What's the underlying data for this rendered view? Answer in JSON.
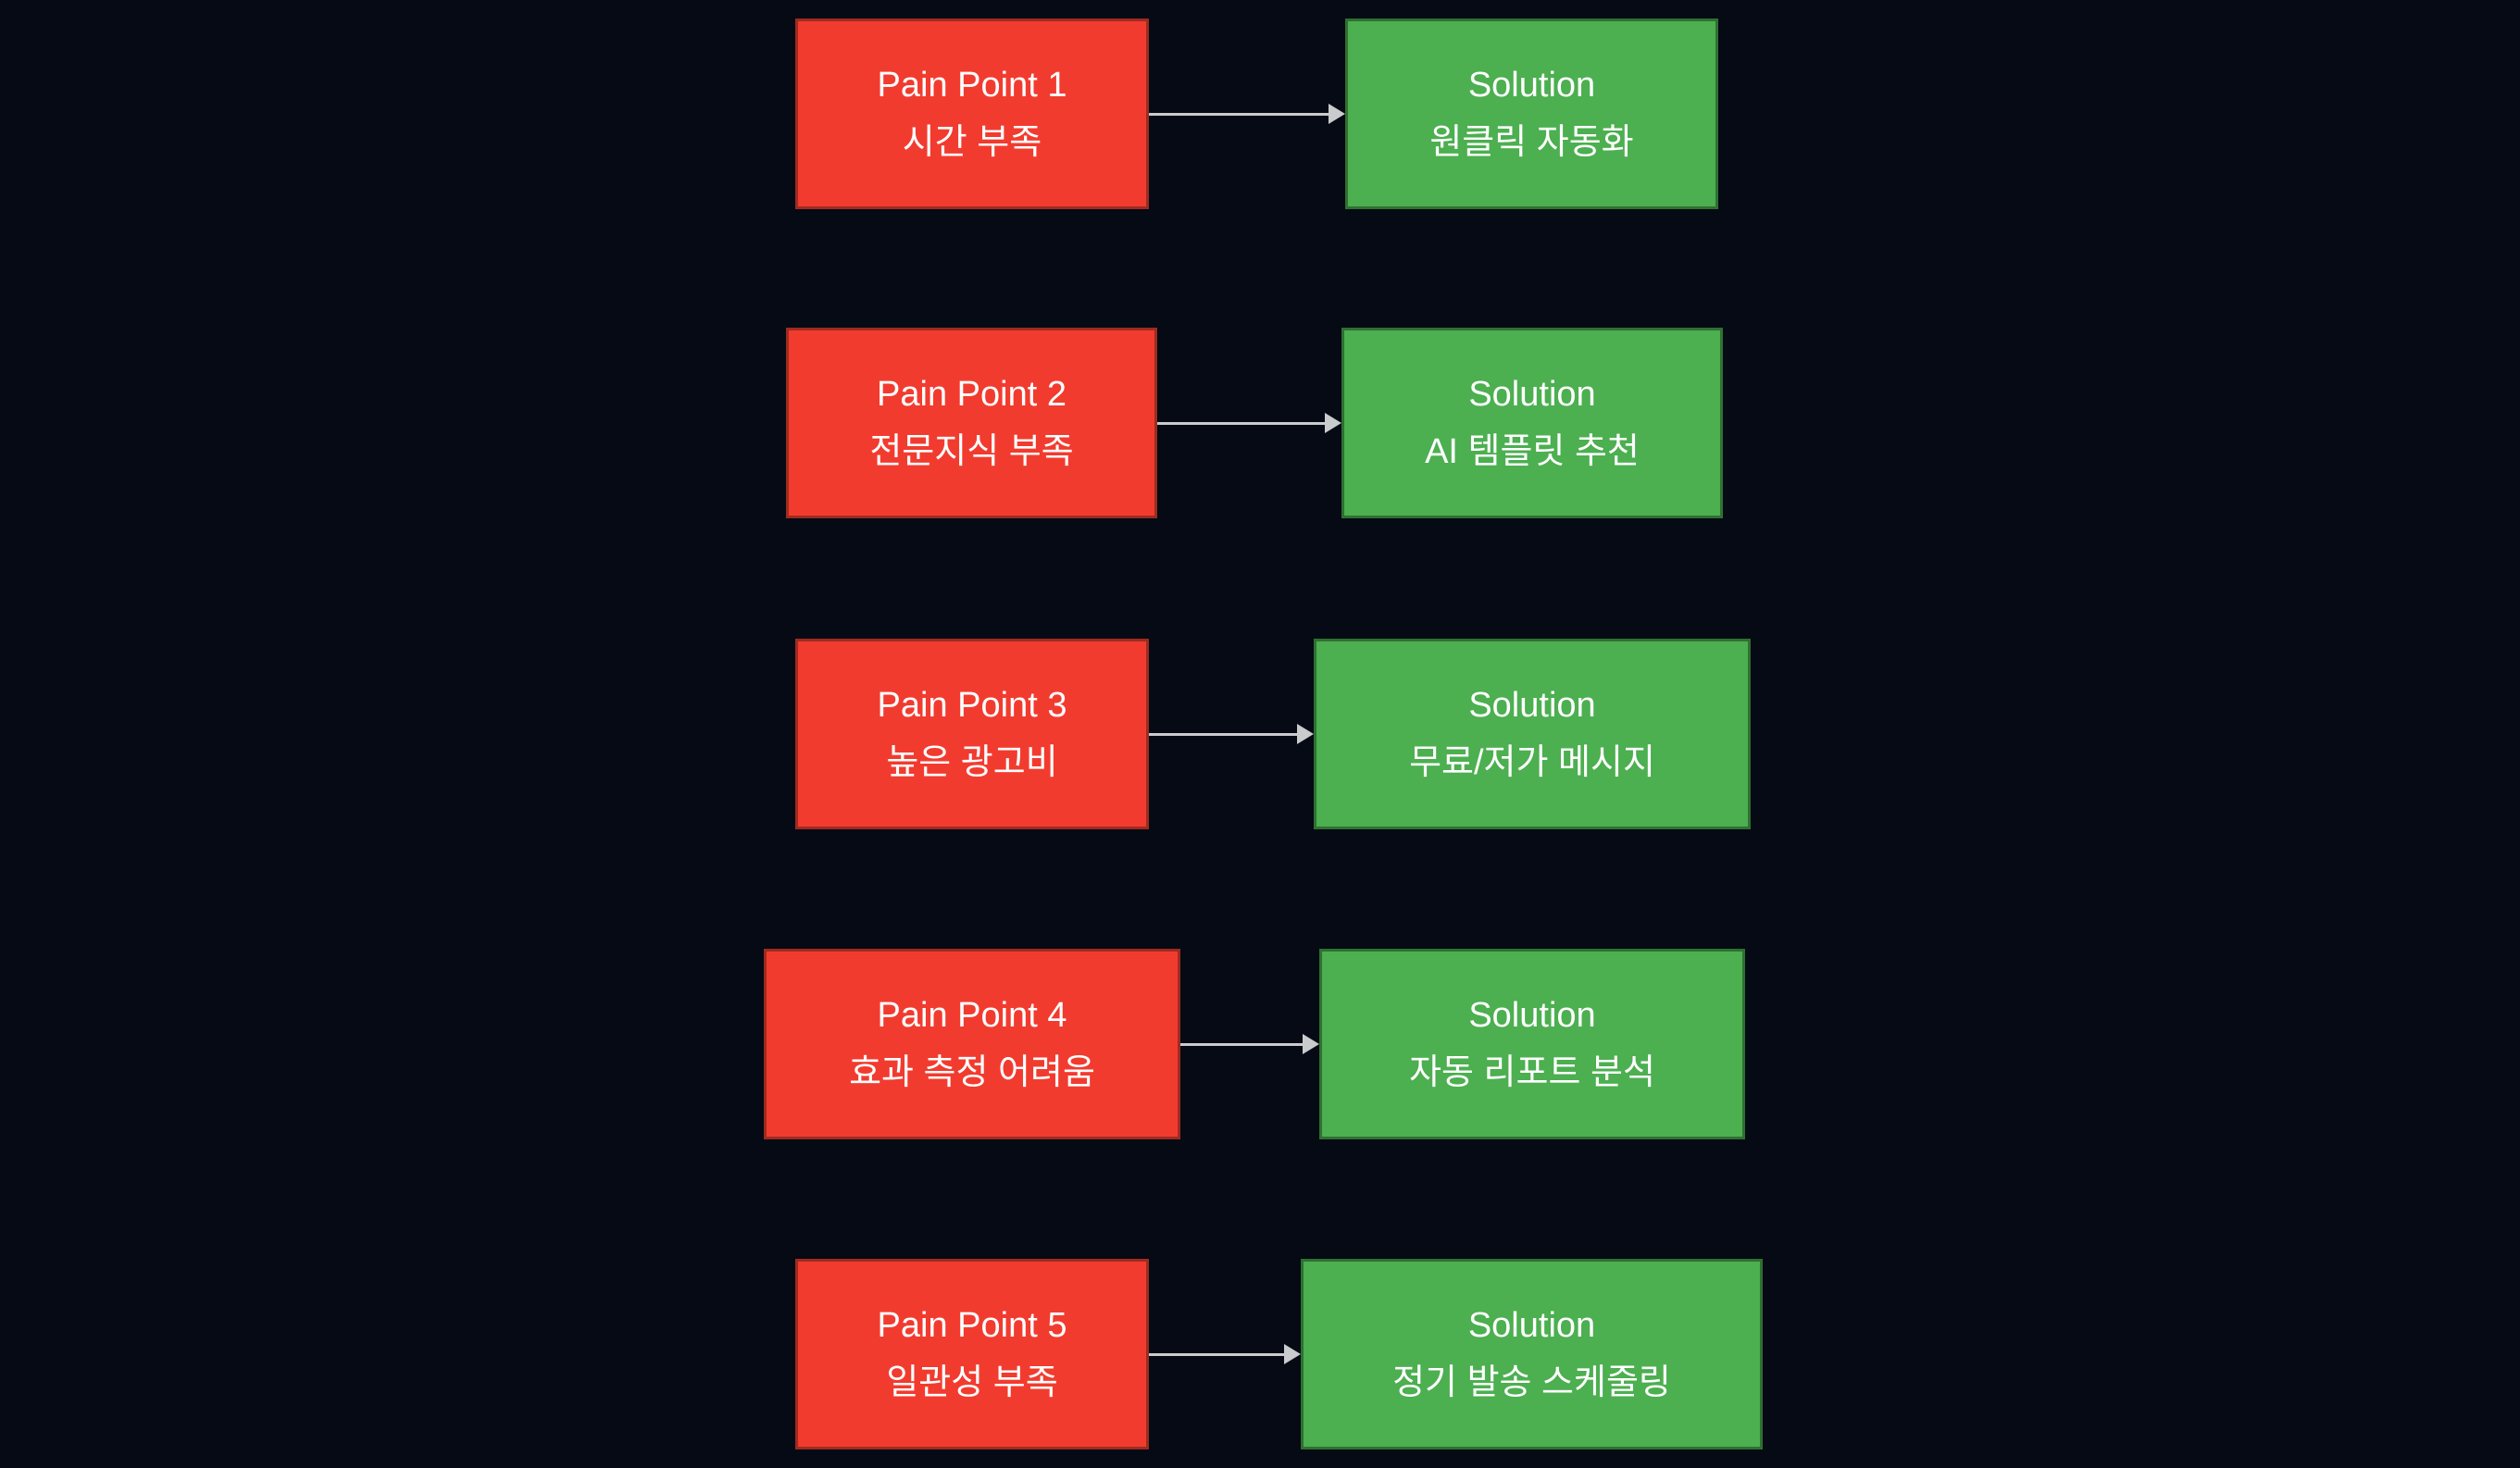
{
  "colors": {
    "background": "#050A14",
    "pain_fill": "#F23B2F",
    "pain_border": "#9E2B20",
    "solution_fill": "#4CAF50",
    "solution_border": "#2F7032",
    "arrow": "#C9CBCD",
    "text": "#FFFFFF"
  },
  "diagram": {
    "rows": [
      {
        "pain_title": "Pain Point 1",
        "pain_subtitle": "시간 부족",
        "solution_title": "Solution",
        "solution_subtitle": "원클릭 자동화"
      },
      {
        "pain_title": "Pain Point 2",
        "pain_subtitle": "전문지식 부족",
        "solution_title": "Solution",
        "solution_subtitle": "AI 템플릿 추천"
      },
      {
        "pain_title": "Pain Point 3",
        "pain_subtitle": "높은 광고비",
        "solution_title": "Solution",
        "solution_subtitle": "무료/저가 메시지"
      },
      {
        "pain_title": "Pain Point 4",
        "pain_subtitle": "효과 측정 어려움",
        "solution_title": "Solution",
        "solution_subtitle": "자동 리포트 분석"
      },
      {
        "pain_title": "Pain Point 5",
        "pain_subtitle": "일관성 부족",
        "solution_title": "Solution",
        "solution_subtitle": "정기 발송 스케줄링"
      }
    ]
  }
}
